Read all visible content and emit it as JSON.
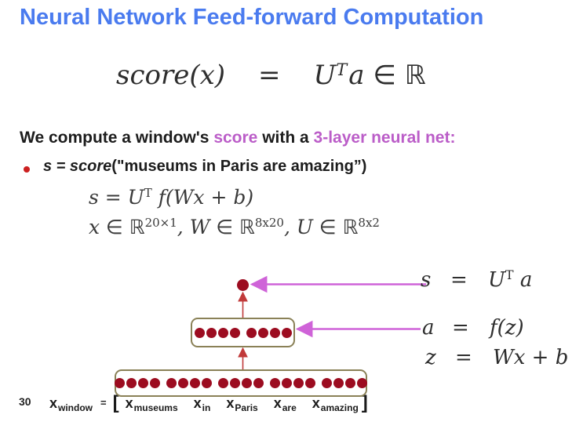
{
  "title": "Neural Network Feed-forward Computation",
  "page_number": "30",
  "colors": {
    "title_blue": "#4a7bef",
    "magenta_text": "#bb5dc8",
    "arrow_magenta": "#cf63d8",
    "neuron_crimson": "#9c0c20",
    "box_border_olive": "#8a8157",
    "connection_red": "#c13a3a",
    "bullet_red": "#cc2020"
  },
  "main_formula": {
    "lhs": "score(x)",
    "eq": "=",
    "u": "U",
    "sup_t": "T",
    "a": "a",
    "in_r": " ∈ ℝ"
  },
  "intro": {
    "part1": "We compute a window's ",
    "score_word": "score",
    "part2": " with a ",
    "highlight": "3-layer neural net:"
  },
  "bullet": {
    "lhs": "s = score",
    "rest": "(\"museums in Paris are amazing”)"
  },
  "derivation": {
    "line1": {
      "pre": "s = U",
      "sup": "T",
      "post": " f(Wx + b)"
    },
    "line2": {
      "v1": "x",
      "r1": " ∈ ℝ",
      "e1": "20×1",
      "v2": ", W",
      "r2": " ∈ ℝ",
      "e2": "8x20",
      "v3": ", U",
      "r3": " ∈ ℝ",
      "e3": "8x2"
    }
  },
  "equations": [
    {
      "var": "s",
      "eq": "=",
      "expr_pre": "U",
      "expr_sup": "T",
      "expr_post": " a"
    },
    {
      "var": "a",
      "eq": "=",
      "expr_pre": "f(z)",
      "expr_sup": "",
      "expr_post": ""
    },
    {
      "var": "z",
      "eq": "=",
      "expr_pre": "Wx + b",
      "expr_sup": "",
      "expr_post": ""
    }
  ],
  "diagram": {
    "hidden_groups": [
      4,
      4
    ],
    "input_groups": [
      4,
      4,
      4,
      4,
      4
    ],
    "window_label": {
      "base": "x",
      "sub": "window"
    },
    "equals_sign": "=",
    "open_bracket": "[",
    "close_bracket": "]",
    "words": [
      "museums",
      "in",
      "Paris",
      "are",
      "amazing"
    ]
  }
}
